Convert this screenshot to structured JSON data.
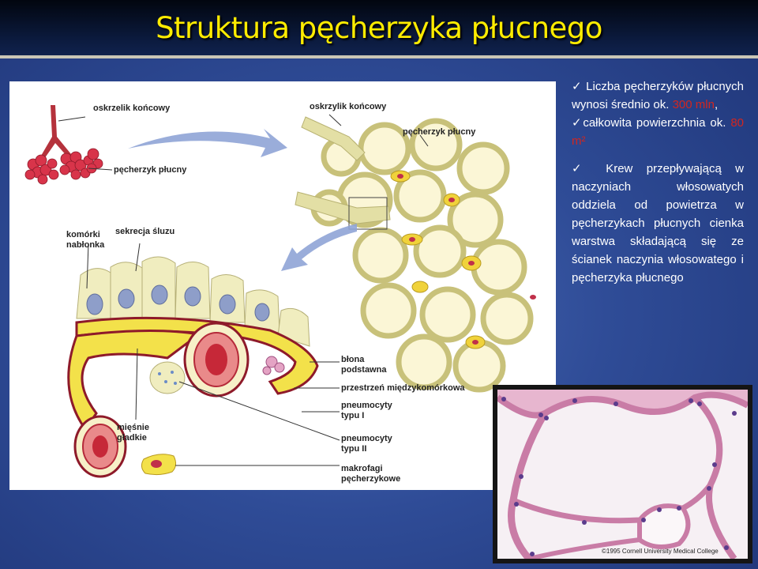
{
  "slide": {
    "title": "Struktura pęcherzyka płucnego"
  },
  "illustration": {
    "labels": {
      "oskrzelik_koncowy_top": "oskrzelik końcowy",
      "pecherzyk_plucny_top": "pęcherzyk płucny",
      "oskrzylik_koncowy": "oskrzylik końcowy",
      "pecherzyk_plucny_right": "pęcherzyk płucny",
      "komorki_nablonka": "komórki nabłonka",
      "sekrecja_sluzu": "sekrecja śluzu",
      "blona_podstawna": "błona podstawna",
      "przestrzen": "przestrzeń międzykomórkowa",
      "pneumocyty_1": "pneumocyty typu I",
      "miesnie_gladkie": "mięśnie gładkie",
      "pneumocyty_2": "pneumocyty typu II",
      "makrofagi": "makrofagi pęcherzykowe"
    }
  },
  "bullets": {
    "b1_text": "Liczba pęcherzyków płucnych wynosi średnio ok.",
    "b1_value": "300 mln",
    "b1_after": ",",
    "b2_text": "całkowita powierzchnia ok.",
    "b2_value": "80 m²",
    "b3_text": "Krew przepływającą w naczyniach włosowatych oddziela od powietrza w pęcherzykach płucnych cienka warstwa składającą się ze ścianek naczynia włosowatego i pęcherzyka płucnego",
    "check_glyph": "✓"
  },
  "micrograph": {
    "credit": "©1995 Cornell University Medical College"
  },
  "colors": {
    "title": "#ffec00",
    "highlight": "#d2261f",
    "background": "#2f4c97"
  }
}
